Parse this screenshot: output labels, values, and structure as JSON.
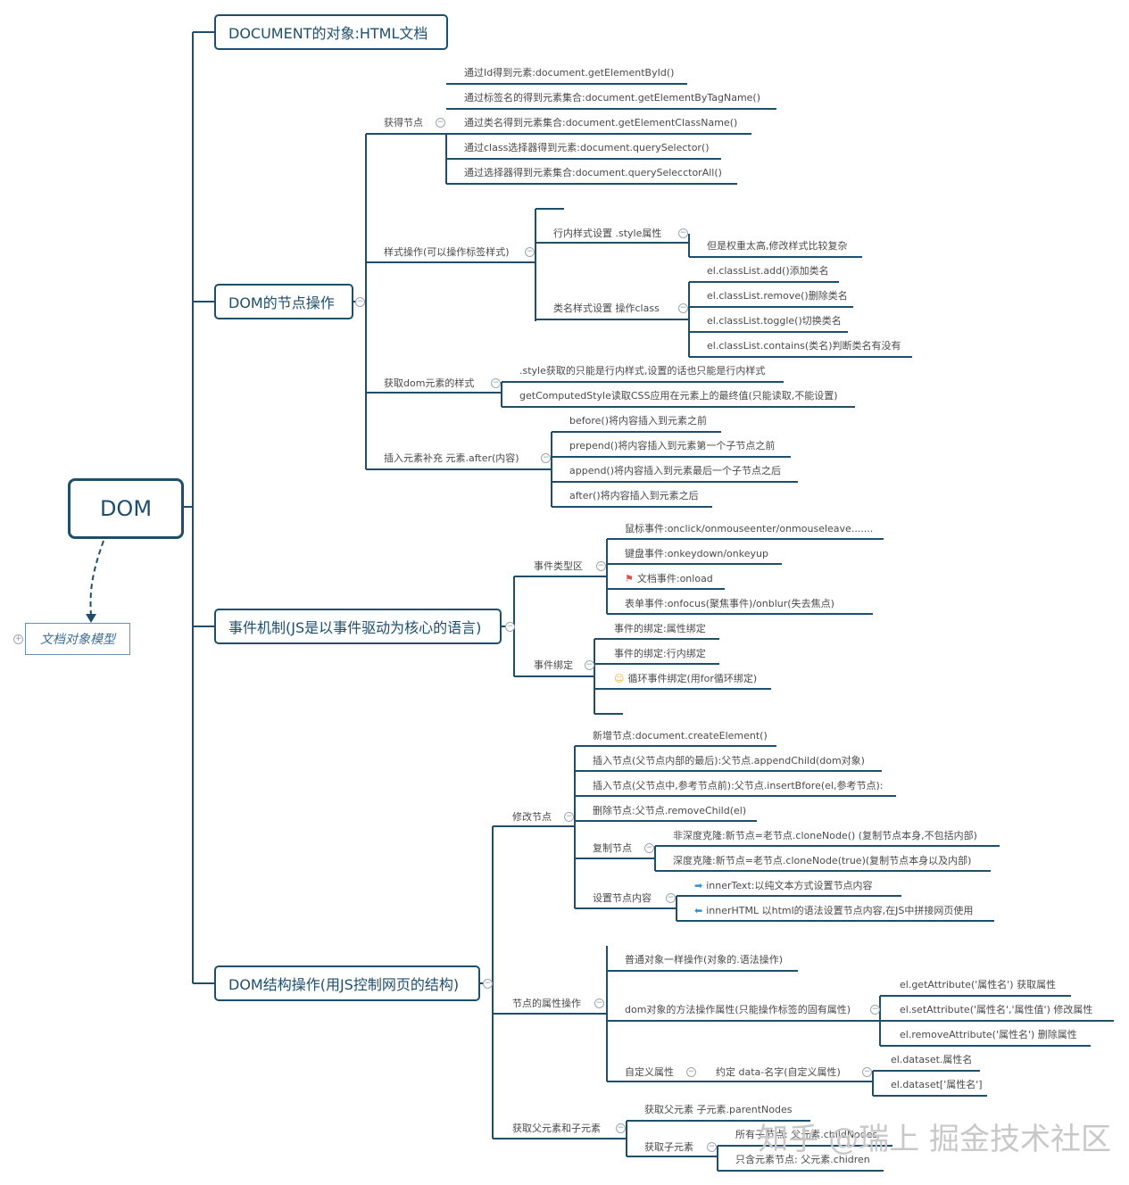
{
  "root": {
    "label": "DOM"
  },
  "floating": {
    "label": "文档对象模型"
  },
  "main": [
    {
      "label": "DOCUMENT的对象:HTML文档"
    },
    {
      "label": "DOM的节点操作"
    },
    {
      "label": "事件机制(JS是以事件驱动为核心的语言)"
    },
    {
      "label": "DOM结构操作(用JS控制网页的结构)"
    }
  ],
  "nodeops": {
    "get": {
      "label": "获得节点",
      "items": [
        "通过Id得到元素:document.getElementById()",
        "通过标签名的得到元素集合:document.getElementByTagName()",
        "通过类名得到元素集合:document.getElementClassName()",
        "通过class选择器得到元素:document.querySelector()",
        "通过选择器得到元素集合:document.querySelecctorAll()"
      ]
    },
    "style": {
      "label": "样式操作(可以操作标签样式)",
      "inline": {
        "label": "行内样式设置   .style属性",
        "note": "但是权重太高,修改样式比较复杂"
      },
      "cls": {
        "label": "类名样式设置   操作class",
        "items": [
          "el.classList.add()添加类名",
          "el.classList.remove()删除类名",
          "el.classList.toggle()切换类名",
          "el.classList.contains(类名)判断类名有没有"
        ]
      }
    },
    "getstyle": {
      "label": "获取dom元素的样式",
      "items": [
        ".style获取的只能是行内样式,设置的话也只能是行内样式",
        "getComputedStyle读取CSS应用在元素上的最终值(只能读取,不能设置)"
      ]
    },
    "insert": {
      "label": "插入元素补充   元素.after(内容)",
      "items": [
        "before()将内容插入到元素之前",
        "prepend()将内容插入到元素第一个子节点之前",
        "append()将内容插入到元素最后一个子节点之后",
        "after()将内容插入到元素之后"
      ]
    }
  },
  "events": {
    "types": {
      "label": "事件类型区",
      "items": [
        "鼠标事件:onclick/onmouseenter/onmouseleave.......",
        "键盘事件:onkeydown/onkeyup",
        "文档事件:onload",
        "表单事件:onfocus(聚焦事件)/onblur(失去焦点)"
      ]
    },
    "binding": {
      "label": "事件绑定",
      "items": [
        "事件的绑定:属性绑定",
        "事件的绑定:行内绑定",
        "循环事件绑定(用for循环绑定)"
      ]
    }
  },
  "struct": {
    "modify": {
      "label": "修改节点",
      "items": [
        "新增节点:document.createElement()",
        "插入节点(父节点内部的最后):父节点.appendChild(dom对象)",
        "插入节点(父节点中,参考节点前):父节点.insertBfore(el,参考节点):",
        "删除节点:父节点.removeChild(el)"
      ],
      "clone": {
        "label": "复制节点",
        "items": [
          "非深度克隆:新节点=老节点.cloneNode()   (复制节点本身,不包括内部)",
          "深度克隆:新节点=老节点.cloneNode(true)(复制节点本身以及内部)"
        ]
      },
      "content": {
        "label": "设置节点内容",
        "items": [
          "innerText:以纯文本方式设置节点内容",
          "innerHTML 以html的语法设置节点内容,在JS中拼接网页使用"
        ]
      }
    },
    "attr": {
      "label": "节点的属性操作",
      "plain": "普通对象一样操作(对象的.语法操作)",
      "method": {
        "label": "dom对象的方法操作属性(只能操作标签的固有属性)",
        "items": [
          "el.getAttribute('属性名')   获取属性",
          "el.setAttribute('属性名','属性值')       修改属性",
          "el.removeAttribute('属性名') 删除属性"
        ]
      },
      "custom": {
        "label": "自定义属性",
        "sub": "约定 data-名字(自定义属性)",
        "items": [
          "el.dataset.属性名",
          "el.dataset['属性名']"
        ]
      }
    },
    "family": {
      "label": "获取父元素和子元素",
      "parent": "获取父元素    子元素.parentNodes",
      "children": {
        "label": "获取子元素",
        "items": [
          "所有子节点:   父元素.childNodes",
          "只含元素节点:   父元素.chidren"
        ]
      }
    }
  },
  "watermark": "知乎 @瑞上 掘金技术社区",
  "colors": {
    "main": "#1f4e6b",
    "flag": "#d9534f",
    "arrow": "#2f8fd0",
    "emoji": "#f0b429"
  }
}
